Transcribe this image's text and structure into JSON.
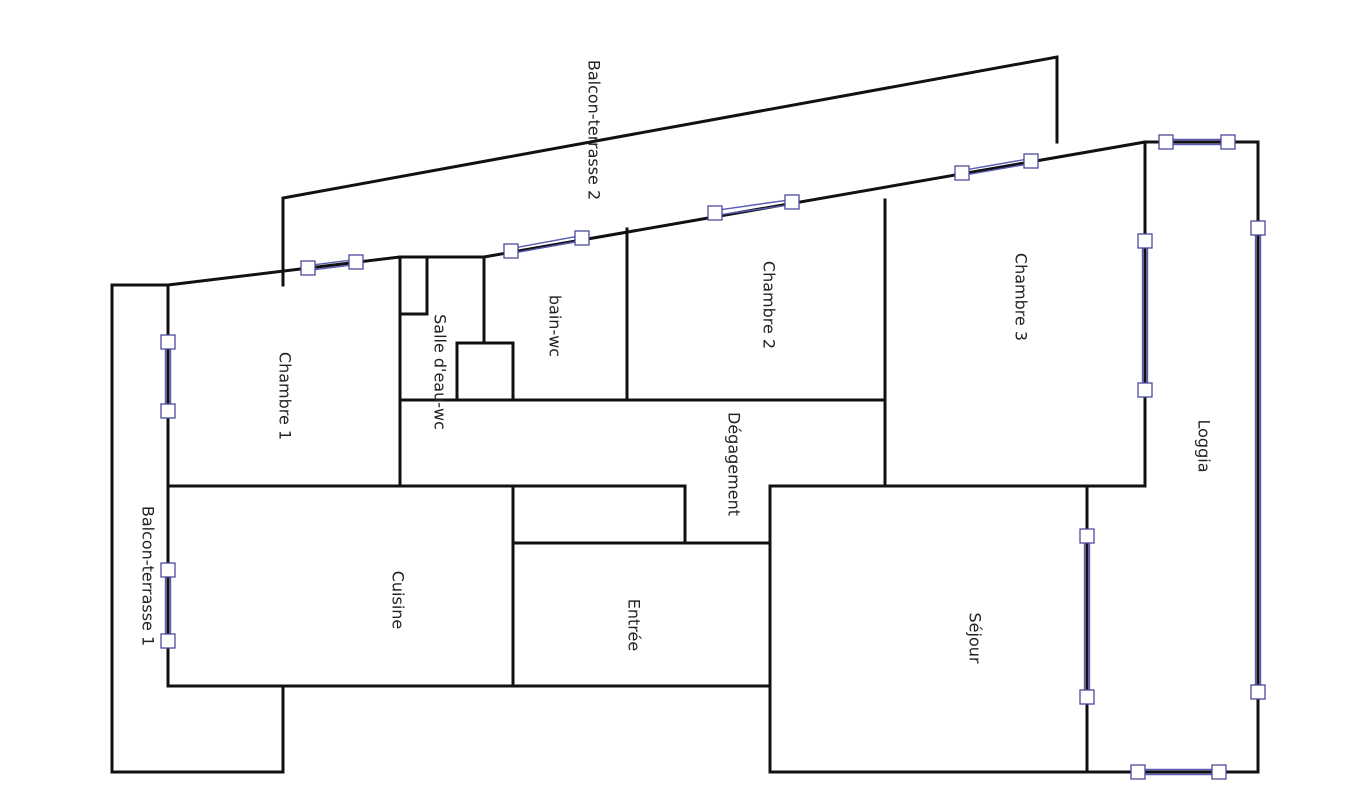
{
  "plan": {
    "rooms": [
      {
        "id": "balcon-terrasse-2",
        "label": "Balcon-terrasse 2"
      },
      {
        "id": "chambre-1",
        "label": "Chambre 1"
      },
      {
        "id": "salle-d-eau-wc",
        "label": "Salle d'eau-wc"
      },
      {
        "id": "bain-wc",
        "label": "bain-wc"
      },
      {
        "id": "chambre-2",
        "label": "Chambre 2"
      },
      {
        "id": "chambre-3",
        "label": "Chambre 3"
      },
      {
        "id": "degagement",
        "label": "Dégagement"
      },
      {
        "id": "loggia",
        "label": "Loggia"
      },
      {
        "id": "balcon-terrasse-1",
        "label": "Balcon-terrasse 1"
      },
      {
        "id": "cuisine",
        "label": "Cuisine"
      },
      {
        "id": "entree",
        "label": "Entrée"
      },
      {
        "id": "sejour",
        "label": "Séjour"
      }
    ]
  }
}
